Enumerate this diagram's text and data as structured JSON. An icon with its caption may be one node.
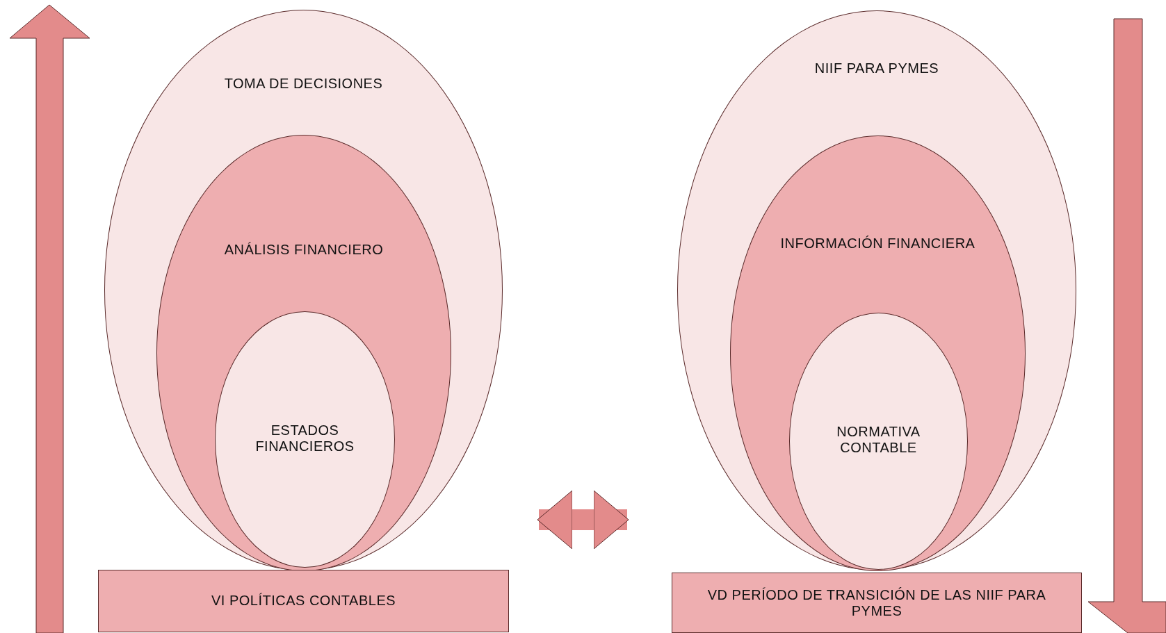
{
  "diagram": {
    "nodes": [
      {
        "text": [
          "TOMA DE DECISIONES"
        ]
      },
      {
        "text": [
          "ANÁLISIS FINANCIERO"
        ],
        "in": 0
      },
      {
        "text": [
          "ESTADOS FINANCIEROS"
        ],
        "in": 1
      },
      {
        "text": [
          "VI POLÍTICAS CONTABLES"
        ]
      },
      {
        "text": [
          "NIIF PARA PYMES"
        ]
      },
      {
        "text": [
          "INFORMACIÓN FINANCIERA"
        ],
        "in": 4
      },
      {
        "text": [
          "NORMATIVA CONTABLE"
        ],
        "in": 5
      },
      {
        "text": [
          "VD PERÍODO DE TRANSICIÓN DE LAS NIIF PARA PYMES"
        ]
      }
    ],
    "edges": [
      {
        "from": 0,
        "to": 4,
        "arrow": "both"
      }
    ]
  }
}
